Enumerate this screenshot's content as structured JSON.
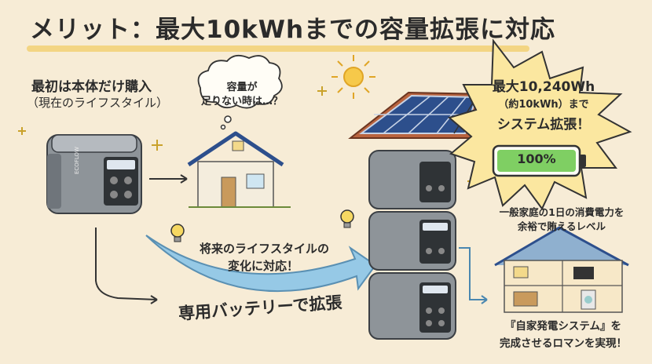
{
  "title": "メリット：最大10kWhまでの容量拡張に対応",
  "intro": {
    "line1": "最初は本体だけ購入",
    "line2": "（現在のライフスタイル）"
  },
  "thought_bubble": {
    "line1": "容量が",
    "line2": "足りない時は…？"
  },
  "future_text": {
    "line1": "将来のライフスタイルの",
    "line2": "変化に対応！"
  },
  "expand_label": "専用バッテリーで拡張",
  "burst": {
    "line1": "最大10,240Wh",
    "line2": "（約10kWh）まで",
    "line3": "システム拡張！",
    "battery_label": "100%"
  },
  "household": {
    "line1": "一般家庭の1日の消費電力を",
    "line2": "余裕で賄えるレベル"
  },
  "conclusion": {
    "line1": "『自家発電システム』を",
    "line2": "完成させるロマンを実現！"
  },
  "device_brand": "ECOFLOW",
  "colors": {
    "background": "#f7ecd6",
    "arrow_blue": "#8cc6e8",
    "battery_green": "#7fcf63",
    "burst_yellow": "#fbe7a0",
    "highlight": "#f1cf6e",
    "solar_blue": "#2d4f8c"
  }
}
